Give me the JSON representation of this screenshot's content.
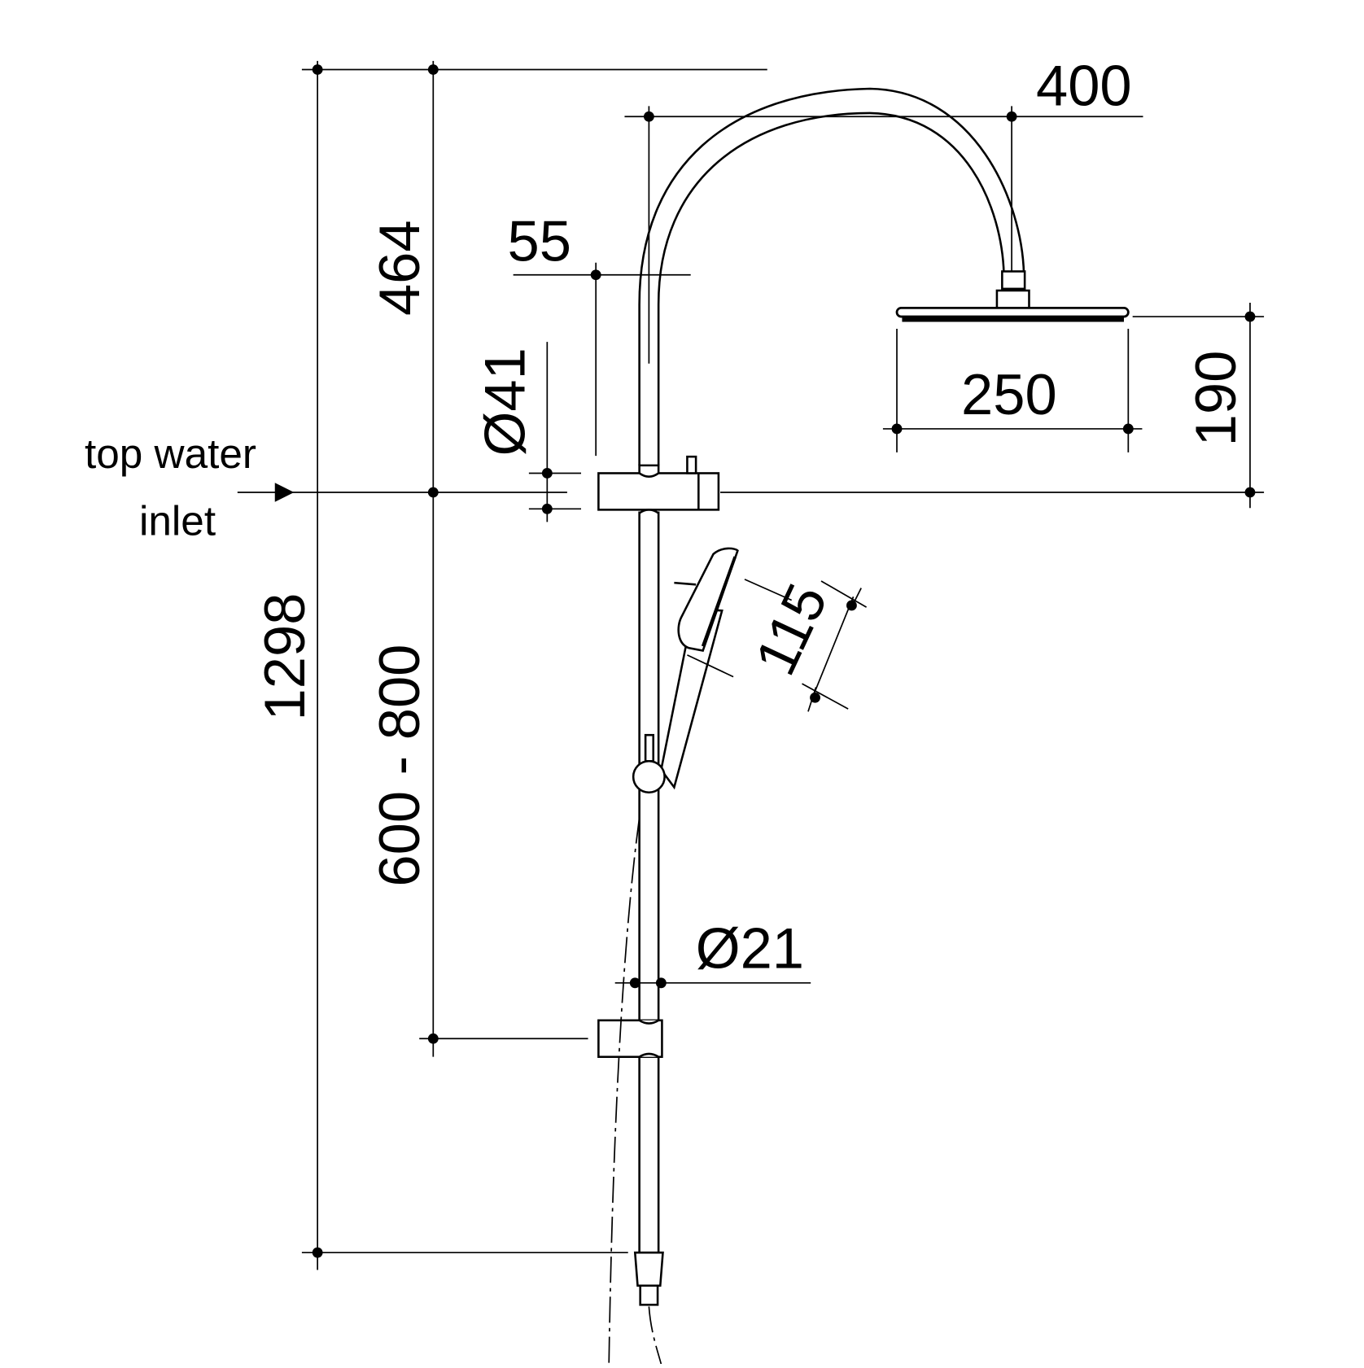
{
  "drawing": {
    "title": "Shower rail set dimension drawing",
    "line_color": "#000000",
    "background": "#ffffff"
  },
  "labels": {
    "inlet_line1": "top water",
    "inlet_line2": "inlet"
  },
  "dimensions": {
    "overall_height": "1298",
    "top_to_inlet": "464",
    "rail_adjustment": "600 - 800",
    "arm_reach": "400",
    "arm_offset": "55",
    "bracket_diameter": "Ø41",
    "head_diameter": "250",
    "head_drop": "190",
    "handset_diameter": "115",
    "rail_diameter": "Ø21"
  }
}
